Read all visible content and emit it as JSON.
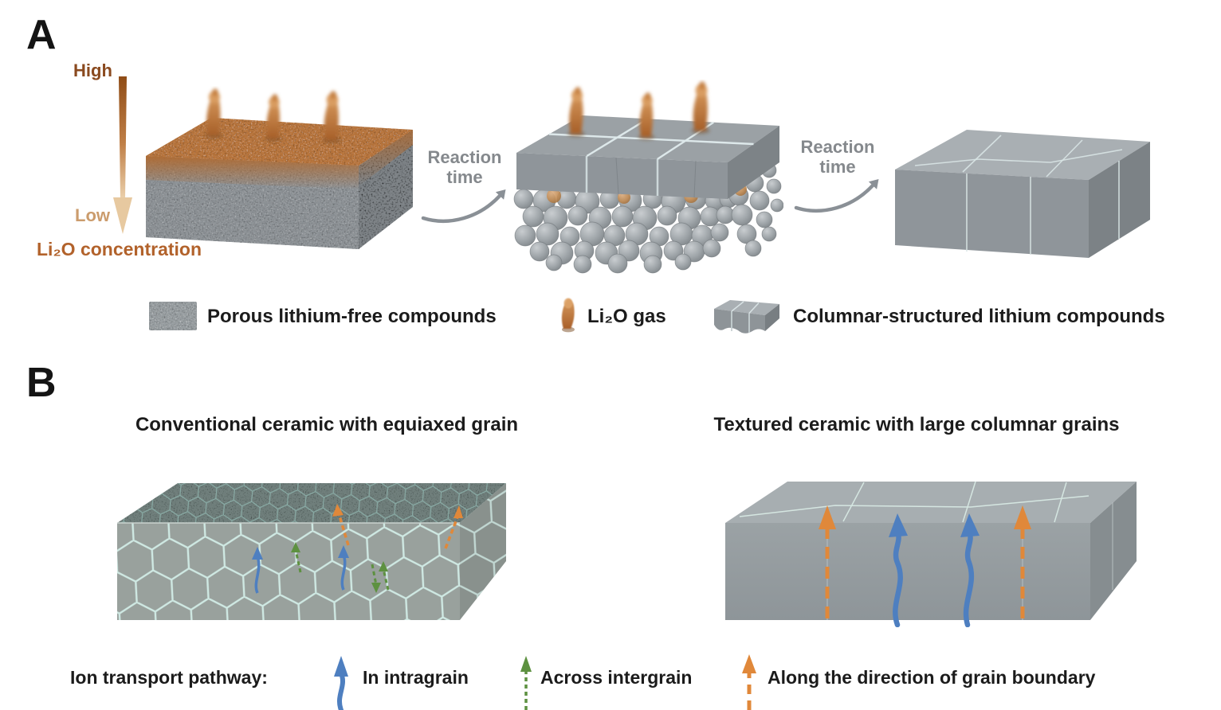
{
  "panel_a": {
    "label": "A",
    "gradient_legend": {
      "high": "High",
      "low": "Low",
      "caption": "Li₂O concentration"
    },
    "reaction1": {
      "line1": "Reaction",
      "line2": "time"
    },
    "reaction2": {
      "line1": "Reaction",
      "line2": "time"
    },
    "legend": {
      "porous": "Porous lithium-free compounds",
      "gas": "Li₂O gas",
      "columnar": "Columnar-structured lithium compounds"
    }
  },
  "panel_b": {
    "label": "B",
    "left_title": "Conventional ceramic with equiaxed grain",
    "right_title": "Textured ceramic with large columnar grains",
    "legend": {
      "title": "Ion transport pathway:",
      "intragrain": "In intragrain",
      "intergrain": "Across intergrain",
      "boundary": "Along the direction of grain boundary"
    }
  },
  "colors": {
    "li2o_orange": "#c07b3c",
    "block_gray": "#8f959a",
    "grain_boundary_line": "#cfe9e3",
    "arrow_blue": "#4e7fc0",
    "arrow_green": "#5d9140",
    "arrow_orange": "#e0883a",
    "reaction_text_gray": "#85898d"
  },
  "icons": {
    "porous_swatch": "porous-texture-swatch",
    "gas": "li2o-gas-plume",
    "columnar_block": "columnar-block",
    "intragrain_arrow": "blue-wavy-arrow",
    "intergrain_arrow": "green-dashed-arrow",
    "boundary_arrow": "orange-dashed-arrow"
  }
}
